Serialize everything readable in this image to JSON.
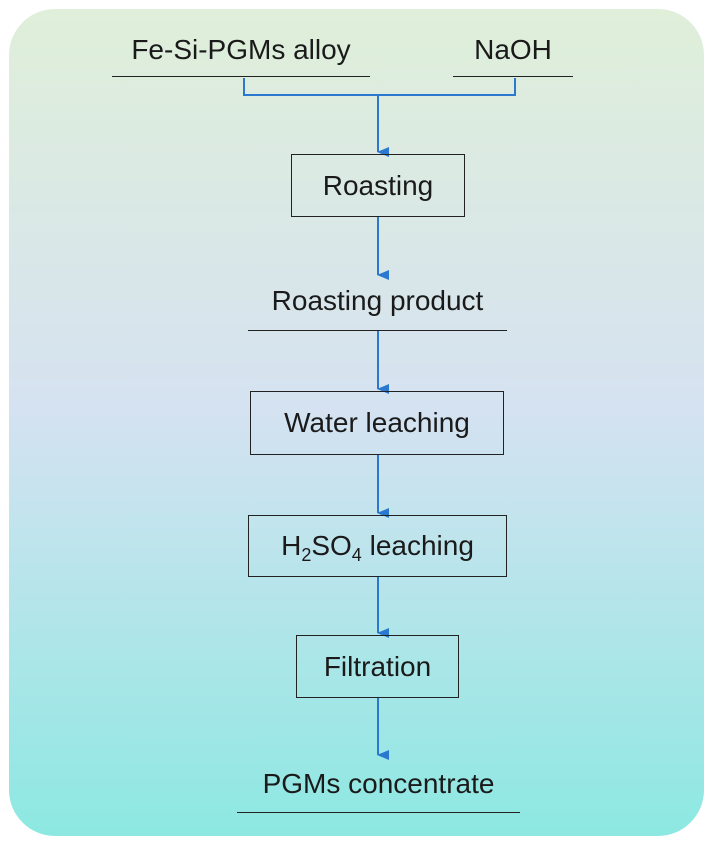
{
  "inputs": {
    "alloy": "Fe-Si-PGMs alloy",
    "reagent": "NaOH"
  },
  "steps": {
    "roasting": "Roasting",
    "roasting_product": "Roasting product",
    "water_leaching": "Water leaching",
    "acid_leaching": {
      "formula_h": "H",
      "formula_h_sub": "2",
      "formula_so": "SO",
      "formula_so_sub": "4",
      "suffix": " leaching"
    },
    "filtration": "Filtration",
    "final_product": "PGMs concentrate"
  },
  "colors": {
    "arrow": "#2a78d0",
    "line": "#222222",
    "gradient_top": "#dfefd9",
    "gradient_mid": "#d5e2f1",
    "gradient_bottom": "#8de8e2"
  }
}
